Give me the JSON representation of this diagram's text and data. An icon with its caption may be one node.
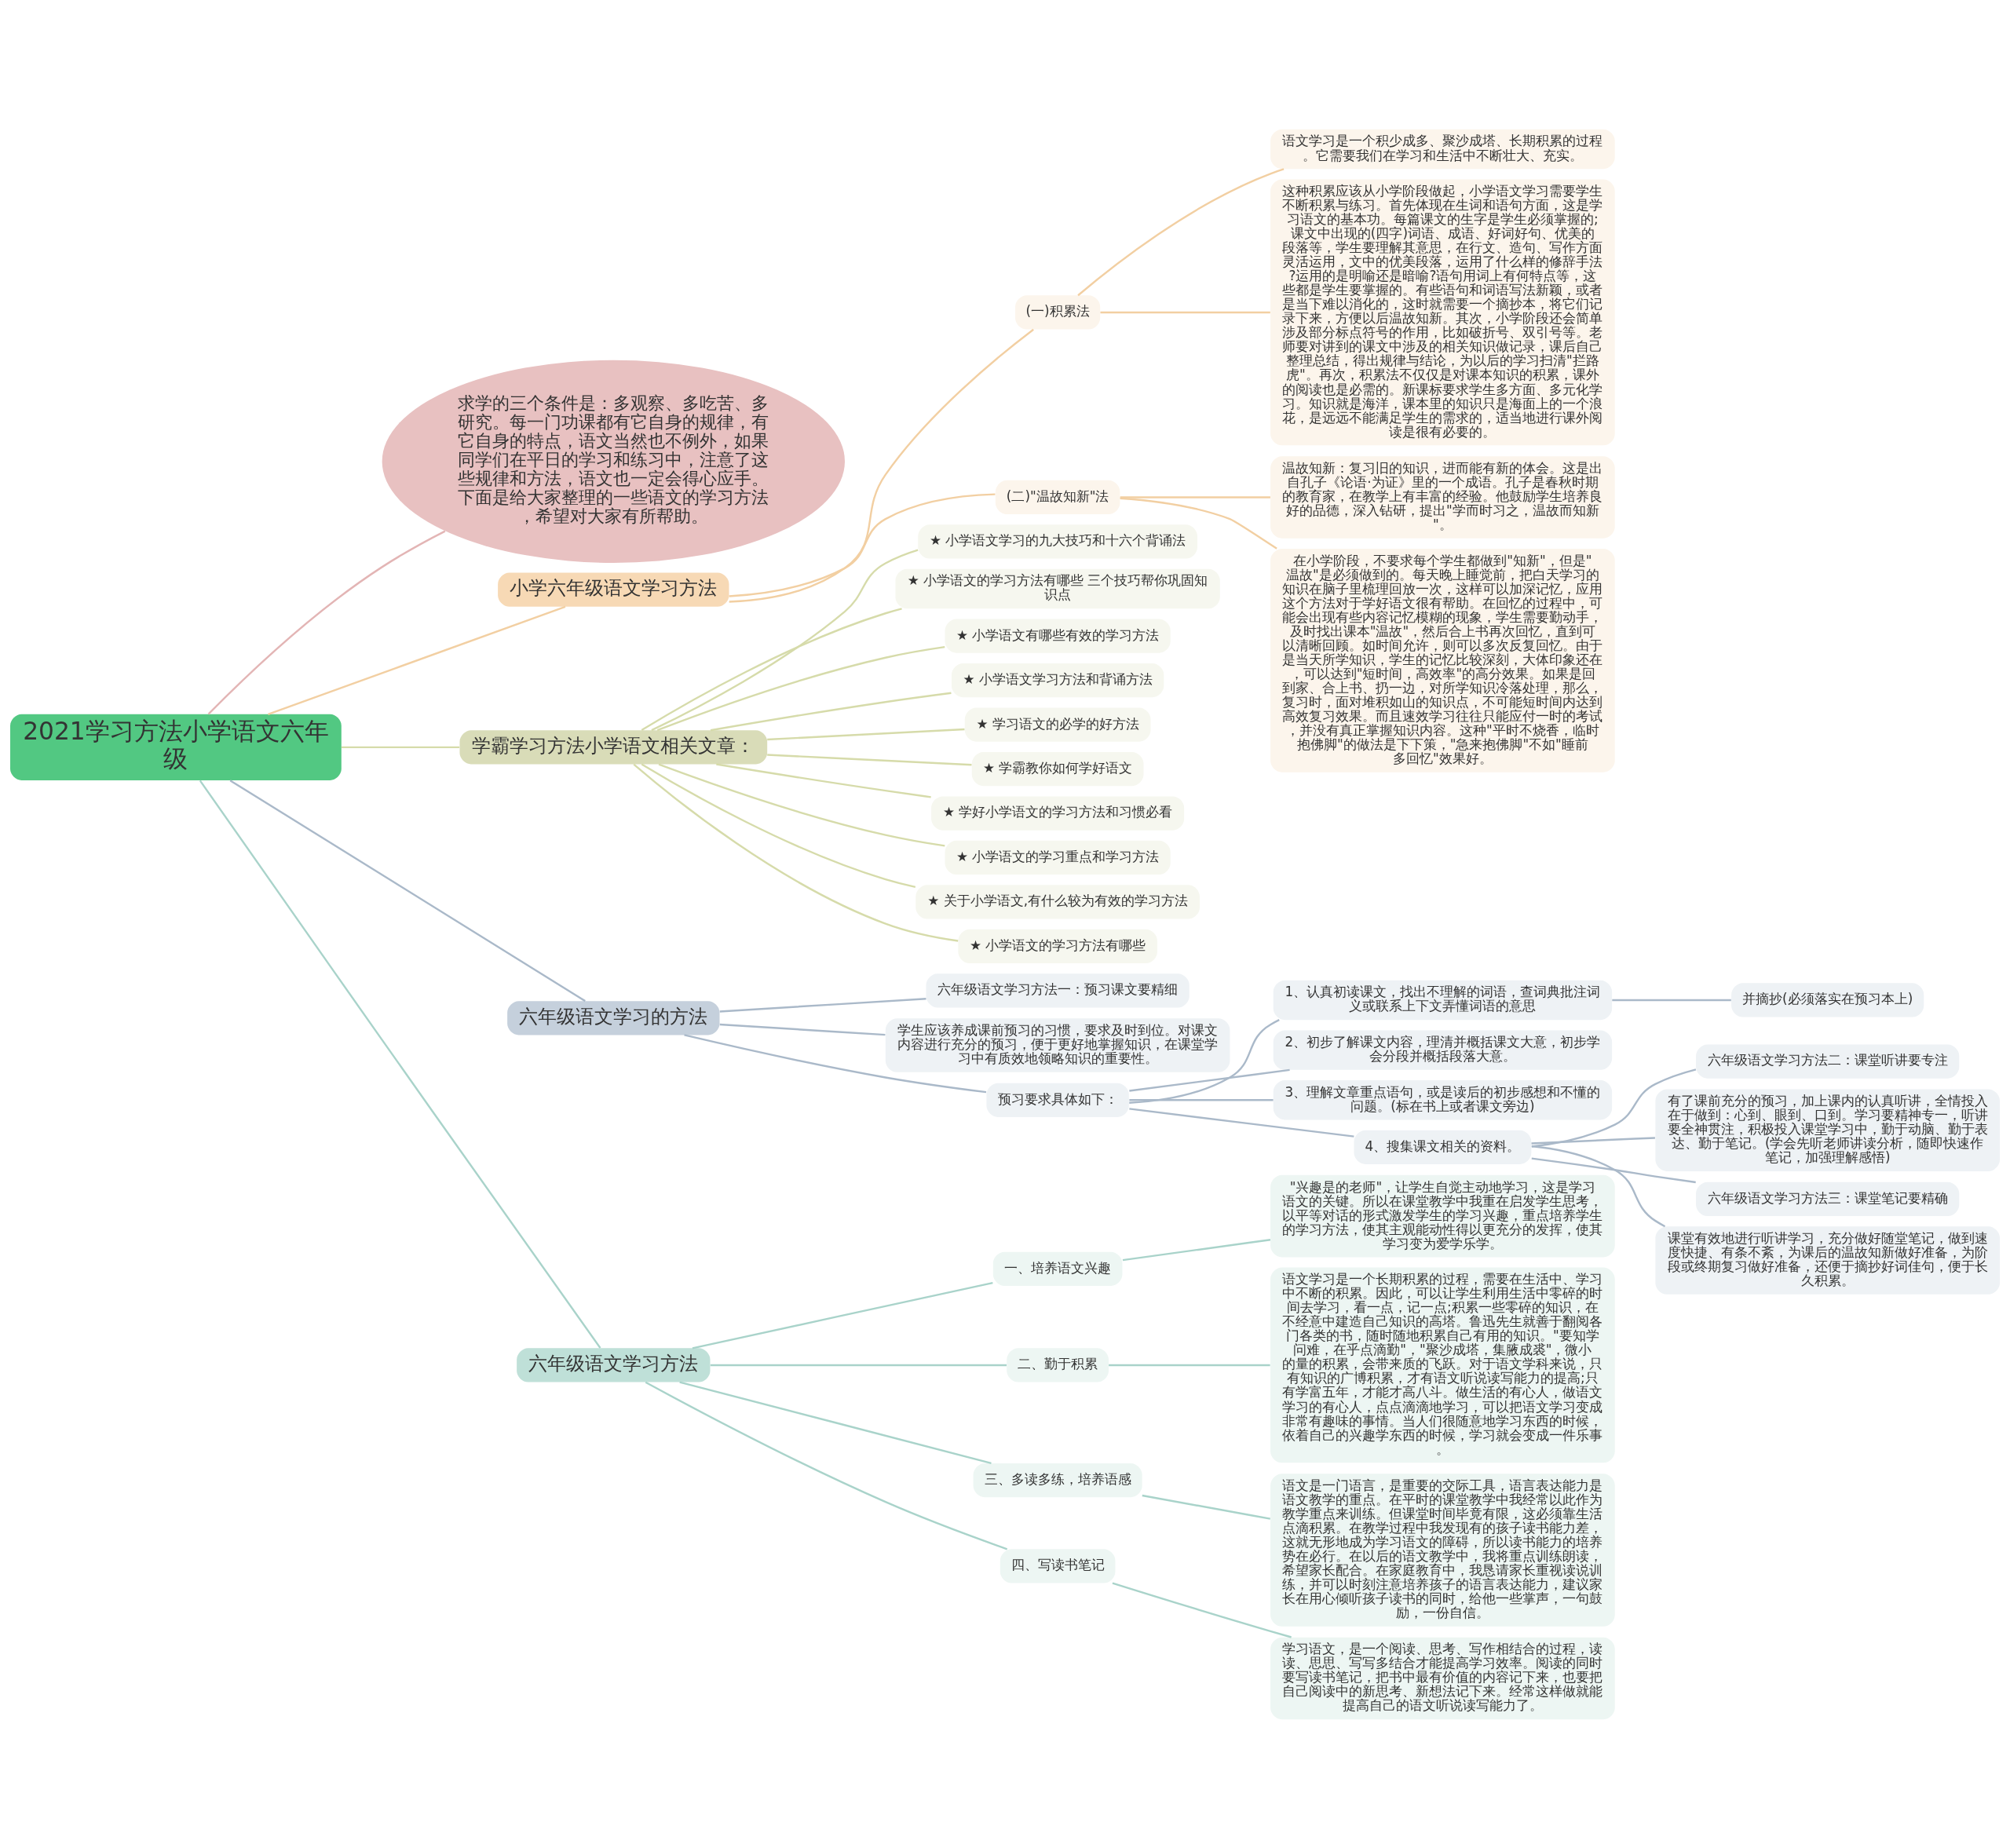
{
  "diagram": {
    "nodes": [
      {
        "text": [
          "2021学习方法小学语文六年级"
        ]
      },
      {
        "text": [
          "求学的三个条件是：多观察、多吃苦、多研究。每一门功课都有它自身的规律，有它自身的特点，语文当然也不例外，如果同学们在平日的学习和练习中，注意了这些规律和方法，语文也一定会得心应手。下面是给大家整理的一些语文的学习方法，希望对大家有所帮助。"
        ]
      },
      {
        "text": [
          "小学六年级语文学习方法"
        ]
      },
      {
        "text": [
          "(一)积累法"
        ]
      },
      {
        "text": [
          "语文学习是一个积少成多、聚沙成塔、长期积累的过程。它需要我们在学习和生活中不断壮大、充实。"
        ]
      },
      {
        "text": [
          "这种积累应该从小学阶段做起，小学语文学习需要学生不断积累与练习。首先体现在生词和语句方面，这是学习语文的基本功。每篇课文的生字是学生必须掌握的;课文中出现的(四字)词语、成语、好词好句、优美的段落等，学生要理解其意思，在行文、造句、写作方面灵活运用，文中的优美段落，运用了什么样的修辞手法?运用的是明喻还是暗喻?语句用词上有何特点等，这些都是学生要掌握的。有些语句和词语写法新颖，或者是当下难以消化的，这时就需要一个摘抄本，将它们记录下来，方便以后温故知新。其次，小学阶段还会简单涉及部分标点符号的作用，比如破折号、双引号等。老师要对讲到的课文中涉及的相关知识做记录，课后自己整理总结，得出规律与结论，为以后的学习扫清\"拦路虎\"。再次，积累法不仅仅是对课本知识的积累，课外的阅读也是必需的。新课标要求学生多方面、多元化学习。知识就是海洋，课本里的知识只是海面上的一个浪花，是远远不能满足学生的需求的，适当地进行课外阅读是很有必要的。"
        ]
      },
      {
        "text": [
          "(二)\"温故知新\"法"
        ]
      },
      {
        "text": [
          "温故知新：复习旧的知识，进而能有新的体会。这是出自孔子《论语·为证》里的一个成语。孔子是春秋时期的教育家，在教学上有丰富的经验。他鼓励学生培养良好的品德，深入钻研，提出\"学而时习之，温故而知新\"。"
        ]
      },
      {
        "text": [
          "在小学阶段，不要求每个学生都做到\"知新\"，但是\"温故\"是必须做到的。每天晚上睡觉前，把白天学习的知识在脑子里梳理回放一次，这样可以加深记忆，应用这个方法对于学好语文很有帮助。在回忆的过程中，可能会出现有些内容记忆模糊的现象，学生需要勤动手，及时找出课本\"温故\"，然后合上书再次回忆，直到可以清晰回顾。如时间允许，则可以多次反复回忆。由于是当天所学知识，学生的记忆比较深刻，大体印象还在，可以达到\"短时间，高效率\"的高分效果。如果是回到家、合上书、扔一边，对所学知识冷落处理，那么，复习时，面对堆积如山的知识点，不可能短时间内达到高效复习效果。而且速效学习往往只能应付一时的考试，并没有真正掌握知识内容。这种\"平时不烧香，临时抱佛脚\"的做法是下下策，\"急来抱佛脚\"不如\"睡前多回忆\"效果好。"
        ]
      },
      {
        "text": [
          "学霸学习方法小学语文相关文章："
        ]
      },
      {
        "text": [
          "★ 小学语文学习的九大技巧和十六个背诵法"
        ]
      },
      {
        "text": [
          "★ 小学语文的学习方法有哪些 三个技巧帮你巩固知识点"
        ]
      },
      {
        "text": [
          "★ 小学语文有哪些有效的学习方法"
        ]
      },
      {
        "text": [
          "★ 小学语文学习方法和背诵方法"
        ]
      },
      {
        "text": [
          "★ 学习语文的必学的好方法"
        ]
      },
      {
        "text": [
          "★ 学霸教你如何学好语文"
        ]
      },
      {
        "text": [
          "★ 学好小学语文的学习方法和习惯必看"
        ]
      },
      {
        "text": [
          "★ 小学语文的学习重点和学习方法"
        ]
      },
      {
        "text": [
          "★ 关于小学语文,有什么较为有效的学习方法"
        ]
      },
      {
        "text": [
          "★ 小学语文的学习方法有哪些"
        ]
      },
      {
        "text": [
          "六年级语文学习的方法"
        ]
      },
      {
        "text": [
          "六年级语文学习方法一：预习课文要精细"
        ]
      },
      {
        "text": [
          "学生应该养成课前预习的习惯，要求及时到位。对课文内容进行充分的预习，便于更好地掌握知识，在课堂学习中有质效地领略知识的重要性。"
        ]
      },
      {
        "text": [
          "预习要求具体如下："
        ]
      },
      {
        "text": [
          "1、认真初读课文，找出不理解的词语，查词典批注词义或联系上下文弄懂词语的意思"
        ]
      },
      {
        "text": [
          "并摘抄(必须落实在预习本上)"
        ]
      },
      {
        "text": [
          "2、初步了解课文内容，理清并概括课文大意，初步学会分段并概括段落大意。"
        ]
      },
      {
        "text": [
          "3、理解文章重点语句，或是读后的初步感想和不懂的问题。(标在书上或者课文旁边)"
        ]
      },
      {
        "text": [
          "4、搜集课文相关的资料。"
        ]
      },
      {
        "text": [
          "六年级语文学习方法二：课堂听讲要专注"
        ]
      },
      {
        "text": [
          "有了课前充分的预习，加上课内的认真听讲，全情投入在于做到：心到、眼到、口到。学习要精神专一，听讲要全神贯注，积极投入课堂学习中，勤于动脑、勤于表达、勤于笔记。(学会先听老师讲读分析，随即快速作笔记，加强理解感悟)"
        ]
      },
      {
        "text": [
          "六年级语文学习方法三：课堂笔记要精确"
        ]
      },
      {
        "text": [
          "课堂有效地进行听讲学习，充分做好随堂笔记，做到速度快捷、有条不紊，为课后的温故知新做好准备，为阶段或终期复习做好准备，还便于摘抄好词佳句，便于长久积累。"
        ]
      },
      {
        "text": [
          "六年级语文学习方法"
        ]
      },
      {
        "text": [
          "一、培养语文兴趣"
        ]
      },
      {
        "text": [
          "\"兴趣是的老师\"，让学生自觉主动地学习，这是学习语文的关键。所以在课堂教学中我重在启发学生思考，以平等对话的形式激发学生的学习兴趣，重点培养学生的学习方法，使其主观能动性得以更充分的发挥，使其学习变为爱学乐学。"
        ]
      },
      {
        "text": [
          "二、勤于积累"
        ]
      },
      {
        "text": [
          "语文学习是一个长期积累的过程，需要在生活中、学习中不断的积累。因此，可以让学生利用生活中零碎的时间去学习，看一点，记一点;积累一些零碎的知识，在不经意中建造自己知识的高塔。鲁迅先生就善于翻阅各门各类的书，随时随地积累自己有用的知识。\"要知学问难，在乎点滴勤\"，\"聚沙成塔，集腋成裘\"，微小的量的积累，会带来质的飞跃。对于语文学科来说，只有知识的广博积累，才有语文听说读写能力的提高;只有学富五年，才能才高八斗。做生活的有心人，做语文学习的有心人，点点滴滴地学习，可以把语文学习变成非常有趣味的事情。当人们很随意地学习东西的时候，依着自己的兴趣学东西的时候，学习就会变成一件乐事。"
        ]
      },
      {
        "text": [
          "三、多读多练，培养语感"
        ]
      },
      {
        "text": [
          "语文是一门语言，是重要的交际工具，语言表达能力是语文教学的重点。在平时的课堂教学中我经常以此作为教学重点来训练。但课堂时间毕竟有限，这必须靠生活点滴积累。在教学过程中我发现有的孩子读书能力差，这就无形地成为学习语文的障碍，所以读书能力的培养势在必行。在以后的语文教学中，我将重点训练朗读，希望家长配合。在家庭教育中，我恳请家长重视读说训练，并可以时刻注意培养孩子的语言表达能力，建议家长在用心倾听孩子读书的同时，给他一些掌声，一句鼓励，一份自信。"
        ]
      },
      {
        "text": [
          "四、写读书笔记"
        ]
      },
      {
        "text": [
          "学习语文，是一个阅读、思考、写作相结合的过程，读读、思思、写写多结合才能提高学习效率。阅读的同时要写读书笔记，把书中最有价值的内容记下来，也要把自己阅读中的新思考、新想法记下来。经常这样做就能提高自己的语文听说读写能力了。"
        ]
      }
    ],
    "edges": [
      {
        "from": 0,
        "to": 1,
        "arrow": "none",
        "color": "#e3b5b5"
      },
      {
        "from": 0,
        "to": 2,
        "arrow": "none",
        "color": "#f2cfa2"
      },
      {
        "from": 2,
        "to": 3,
        "arrow": "none",
        "color": "#f2cfa2"
      },
      {
        "from": 3,
        "to": 4,
        "arrow": "none",
        "color": "#f2cfa2"
      },
      {
        "from": 3,
        "to": 5,
        "arrow": "none",
        "color": "#f2cfa2"
      },
      {
        "from": 2,
        "to": 6,
        "arrow": "none",
        "color": "#f2cfa2"
      },
      {
        "from": 6,
        "to": 7,
        "arrow": "none",
        "color": "#f2cfa2"
      },
      {
        "from": 6,
        "to": 8,
        "arrow": "none",
        "color": "#f2cfa2"
      },
      {
        "from": 0,
        "to": 9,
        "arrow": "none",
        "color": "#d6dbaa"
      },
      {
        "from": 9,
        "to": 10,
        "arrow": "none",
        "color": "#d6dbaa"
      },
      {
        "from": 9,
        "to": 11,
        "arrow": "none",
        "color": "#d6dbaa"
      },
      {
        "from": 9,
        "to": 12,
        "arrow": "none",
        "color": "#d6dbaa"
      },
      {
        "from": 9,
        "to": 13,
        "arrow": "none",
        "color": "#d6dbaa"
      },
      {
        "from": 9,
        "to": 14,
        "arrow": "none",
        "color": "#d6dbaa"
      },
      {
        "from": 9,
        "to": 15,
        "arrow": "none",
        "color": "#d6dbaa"
      },
      {
        "from": 9,
        "to": 16,
        "arrow": "none",
        "color": "#d6dbaa"
      },
      {
        "from": 9,
        "to": 17,
        "arrow": "none",
        "color": "#d6dbaa"
      },
      {
        "from": 9,
        "to": 18,
        "arrow": "none",
        "color": "#d6dbaa"
      },
      {
        "from": 9,
        "to": 19,
        "arrow": "none",
        "color": "#d6dbaa"
      },
      {
        "from": 0,
        "to": 20,
        "arrow": "none",
        "color": "#aab9c9"
      },
      {
        "from": 20,
        "to": 21,
        "arrow": "none",
        "color": "#aab9c9"
      },
      {
        "from": 20,
        "to": 22,
        "arrow": "none",
        "color": "#aab9c9"
      },
      {
        "from": 20,
        "to": 23,
        "arrow": "none",
        "color": "#aab9c9"
      },
      {
        "from": 23,
        "to": 24,
        "arrow": "none",
        "color": "#aab9c9"
      },
      {
        "from": 24,
        "to": 25,
        "arrow": "none",
        "color": "#aab9c9"
      },
      {
        "from": 23,
        "to": 26,
        "arrow": "none",
        "color": "#aab9c9"
      },
      {
        "from": 23,
        "to": 27,
        "arrow": "none",
        "color": "#aab9c9"
      },
      {
        "from": 23,
        "to": 28,
        "arrow": "none",
        "color": "#aab9c9"
      },
      {
        "from": 28,
        "to": 29,
        "arrow": "none",
        "color": "#aab9c9"
      },
      {
        "from": 28,
        "to": 30,
        "arrow": "none",
        "color": "#aab9c9"
      },
      {
        "from": 28,
        "to": 31,
        "arrow": "none",
        "color": "#aab9c9"
      },
      {
        "from": 28,
        "to": 32,
        "arrow": "none",
        "color": "#aab9c9"
      },
      {
        "from": 0,
        "to": 33,
        "arrow": "none",
        "color": "#a9d3ca"
      },
      {
        "from": 33,
        "to": 34,
        "arrow": "none",
        "color": "#a9d3ca"
      },
      {
        "from": 34,
        "to": 35,
        "arrow": "none",
        "color": "#a9d3ca"
      },
      {
        "from": 33,
        "to": 36,
        "arrow": "none",
        "color": "#a9d3ca"
      },
      {
        "from": 36,
        "to": 37,
        "arrow": "none",
        "color": "#a9d3ca"
      },
      {
        "from": 33,
        "to": 38,
        "arrow": "none",
        "color": "#a9d3ca"
      },
      {
        "from": 38,
        "to": 39,
        "arrow": "none",
        "color": "#a9d3ca"
      },
      {
        "from": 33,
        "to": 40,
        "arrow": "none",
        "color": "#a9d3ca"
      },
      {
        "from": 40,
        "to": 41,
        "arrow": "none",
        "color": "#a9d3ca"
      }
    ]
  }
}
